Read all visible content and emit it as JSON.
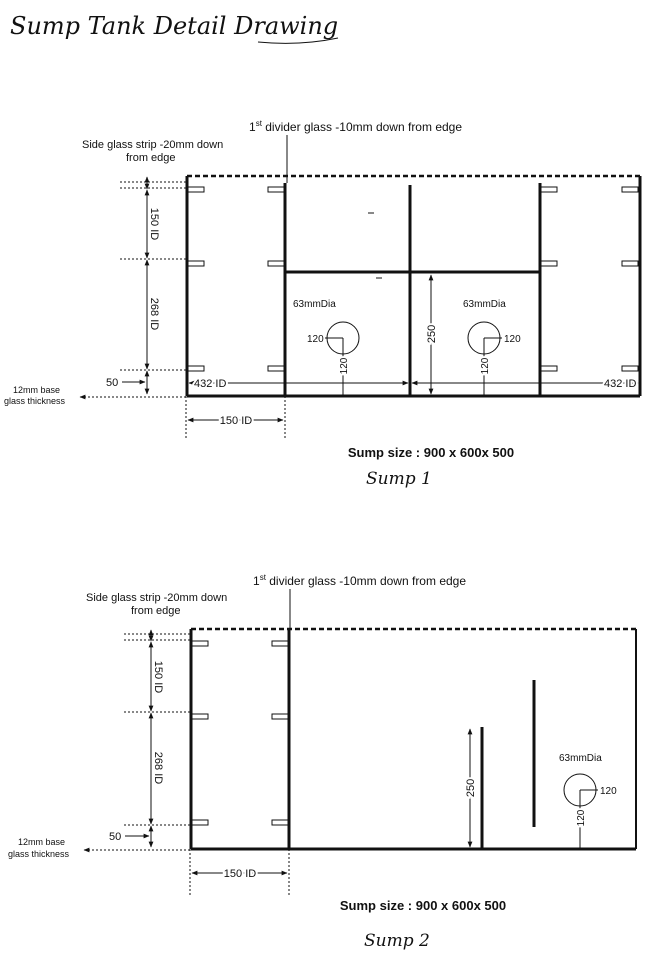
{
  "title": "Sump Tank Detail Drawing",
  "sump1": {
    "divider_note_prefix": "1",
    "divider_note_sup": "st",
    "divider_note": " divider glass -10mm down from edge",
    "side_strip_line1": "Side glass strip -20mm down",
    "side_strip_line2": "from edge",
    "dim_150_vertical": "150 ID",
    "dim_268_vertical": "268 ID",
    "dim_50": "50",
    "base_line1": "12mm base",
    "base_line2": "glass thickness",
    "dim_432_left": "432 ID",
    "dim_432_right": "432 ID",
    "dim_150_horizontal": "150 ID",
    "dim_250": "250",
    "hole_left_label": "63mmDia",
    "hole_right_label": "63mmDia",
    "hole_left_h": "120",
    "hole_left_v": "120",
    "hole_right_h": "120",
    "hole_right_v": "120",
    "size": "Sump size : 900 x 600x 500",
    "caption": "Sump 1"
  },
  "sump2": {
    "divider_note_prefix": "1",
    "divider_note_sup": "st",
    "divider_note": " divider glass -10mm down from edge",
    "side_strip_line1": "Side glass strip -20mm down",
    "side_strip_line2": "from edge",
    "dim_150_vertical": "150 ID",
    "dim_268_vertical": "268 ID",
    "dim_50": "50",
    "base_line1": "12mm base",
    "base_line2": "glass thickness",
    "dim_150_horizontal": "150 ID",
    "dim_250": "250",
    "hole_label": "63mmDia",
    "hole_h": "120",
    "hole_v": "120",
    "size": "Sump size : 900 x 600x 500",
    "caption": "Sump 2"
  }
}
